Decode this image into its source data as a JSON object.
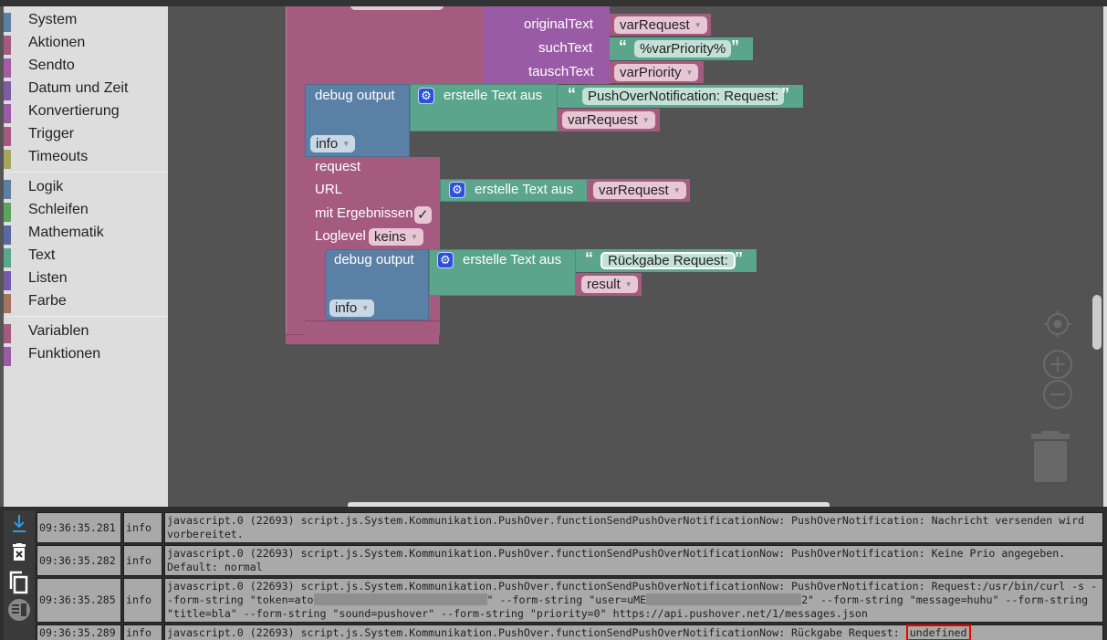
{
  "toolbox": {
    "groups": [
      {
        "items": [
          {
            "label": "System",
            "color": "#5b80a5"
          },
          {
            "label": "Aktionen",
            "color": "#a55b80"
          },
          {
            "label": "Sendto",
            "color": "#a55ba5"
          },
          {
            "label": "Datum und Zeit",
            "color": "#805ba5"
          },
          {
            "label": "Konvertierung",
            "color": "#995ba5"
          },
          {
            "label": "Trigger",
            "color": "#a55b80"
          },
          {
            "label": "Timeouts",
            "color": "#a5a55b"
          }
        ]
      },
      {
        "items": [
          {
            "label": "Logik",
            "color": "#5b80a5"
          },
          {
            "label": "Schleifen",
            "color": "#5ba55b"
          },
          {
            "label": "Mathematik",
            "color": "#5b67a5"
          },
          {
            "label": "Text",
            "color": "#5ba58c"
          },
          {
            "label": "Listen",
            "color": "#745ba5"
          },
          {
            "label": "Farbe",
            "color": "#a5745b"
          }
        ]
      },
      {
        "items": [
          {
            "label": "Variablen",
            "color": "#a55b80"
          },
          {
            "label": "Funktionen",
            "color": "#995ba5"
          }
        ]
      }
    ]
  },
  "workspace": {
    "replace_block": {
      "original_label": "originalText",
      "original_var": "varRequest",
      "search_label": "suchText",
      "search_text": "%varPriority%",
      "replace_label": "tauschText",
      "replace_var": "varPriority"
    },
    "debug1": {
      "label": "debug output",
      "join_label": "erstelle Text aus",
      "text": "PushOverNotification: Request:",
      "var": "varRequest",
      "level": "info"
    },
    "request_block": {
      "title": "request",
      "url_label": "URL",
      "join_label": "erstelle Text aus",
      "url_var": "varRequest",
      "results_label": "mit Ergebnissen",
      "results_checked": "✓",
      "loglevel_label": "Loglevel",
      "loglevel_value": "keins"
    },
    "debug2": {
      "label": "debug output",
      "join_label": "erstelle Text aus",
      "text": "Rückgabe Request:",
      "var": "result",
      "level": "info"
    },
    "colors": {
      "procedure": "#a55b80",
      "text": "#5ba58c",
      "system": "#5b80a5",
      "string": "#995ba5",
      "variable": "#a55b80"
    }
  },
  "log": {
    "toolbar": [
      "scroll-to-bottom",
      "clear-log",
      "copy-log",
      "toggle-columns"
    ],
    "rows": [
      {
        "time": "09:36:35.281",
        "severity": "info",
        "message": "javascript.0 (22693) script.js.System.Kommunikation.PushOver.functionSendPushOverNotificationNow: PushOverNotification: Nachricht versenden wird vorbereitet."
      },
      {
        "time": "09:36:35.282",
        "severity": "info",
        "message": "javascript.0 (22693) script.js.System.Kommunikation.PushOver.functionSendPushOverNotificationNow: PushOverNotification: Keine Prio angegeben. Default: normal"
      },
      {
        "time": "09:36:35.285",
        "severity": "info",
        "msg_a": "javascript.0 (22693) script.js.System.Kommunikation.PushOver.functionSendPushOverNotificationNow: PushOverNotification: Request:/usr/bin/curl -s --form-string \"token=ato",
        "msg_b": "\" --form-string \"user=uME",
        "msg_c": "2\" --form-string \"message=huhu\" --form-string \"title=bla\" --form-string \"sound=pushover\" --form-string \"priority=0\" https://api.pushover.net/1/messages.json"
      },
      {
        "time": "09:36:35.289",
        "severity": "info",
        "msg_prefix": "javascript.0 (22693) script.js.System.Kommunikation.PushOver.functionSendPushOverNotificationNow: Rückgabe Request: ",
        "msg_highlight": "undefined"
      }
    ]
  }
}
